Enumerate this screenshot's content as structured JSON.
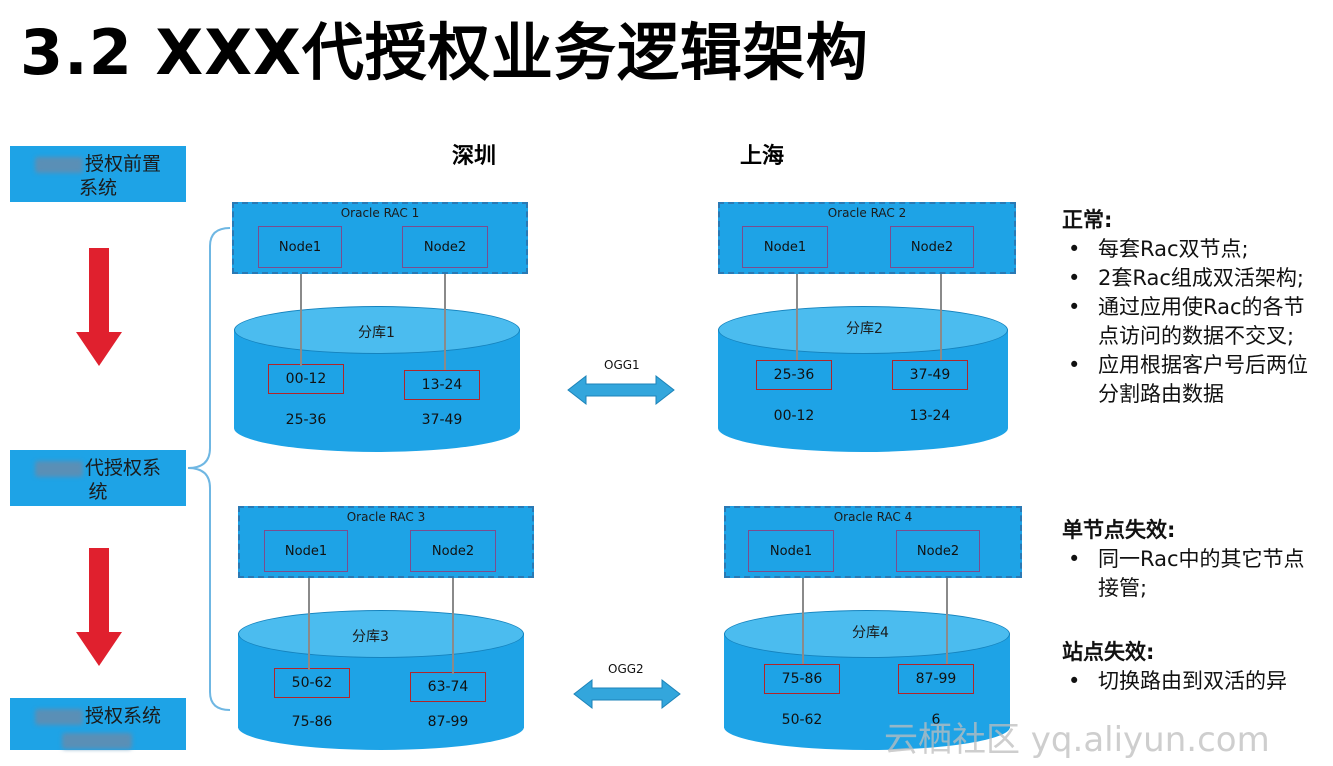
{
  "title": "3.2 XXX代授权业务逻辑架构",
  "left_systems": [
    {
      "line1": "授权前置",
      "line2": "系统"
    },
    {
      "line1": "代授权系",
      "line2": "统"
    },
    {
      "line1": "授权系统",
      "line2": ""
    }
  ],
  "cities": {
    "left": "深圳",
    "right": "上海"
  },
  "clusters": [
    {
      "rac": "Oracle RAC 1",
      "node1": "Node1",
      "node2": "Node2",
      "shard": "分库1",
      "r1": "00-12",
      "r2": "13-24",
      "r3": "25-36",
      "r4": "37-49"
    },
    {
      "rac": "Oracle RAC 2",
      "node1": "Node1",
      "node2": "Node2",
      "shard": "分库2",
      "r1": "25-36",
      "r2": "37-49",
      "r3": "00-12",
      "r4": "13-24"
    },
    {
      "rac": "Oracle RAC 3",
      "node1": "Node1",
      "node2": "Node2",
      "shard": "分库3",
      "r1": "50-62",
      "r2": "63-74",
      "r3": "75-86",
      "r4": "87-99"
    },
    {
      "rac": "Oracle RAC 4",
      "node1": "Node1",
      "node2": "Node2",
      "shard": "分库4",
      "r1": "75-86",
      "r2": "87-99",
      "r3": "50-62",
      "r4": "6"
    }
  ],
  "ogg": [
    "OGG1",
    "OGG2"
  ],
  "notes": {
    "normal": {
      "heading": "正常:",
      "items": [
        "每套Rac双节点;",
        "2套Rac组成双活架构;",
        "通过应用使Rac的各节点访问的数据不交叉;",
        "应用根据客户号后两位分割路由数据"
      ]
    },
    "node_fail": {
      "heading": "单节点失效:",
      "items": [
        "同一Rac中的其它节点接管;"
      ]
    },
    "site_fail": {
      "heading": "站点失效:",
      "items": [
        "切换路由到双活的异"
      ]
    }
  },
  "watermark": "云栖社区 yq.aliyun.com",
  "colors": {
    "box_blue": "#1ea3e6",
    "arrow_red": "#e0202e",
    "arrow_blue": "#33a6dc"
  }
}
